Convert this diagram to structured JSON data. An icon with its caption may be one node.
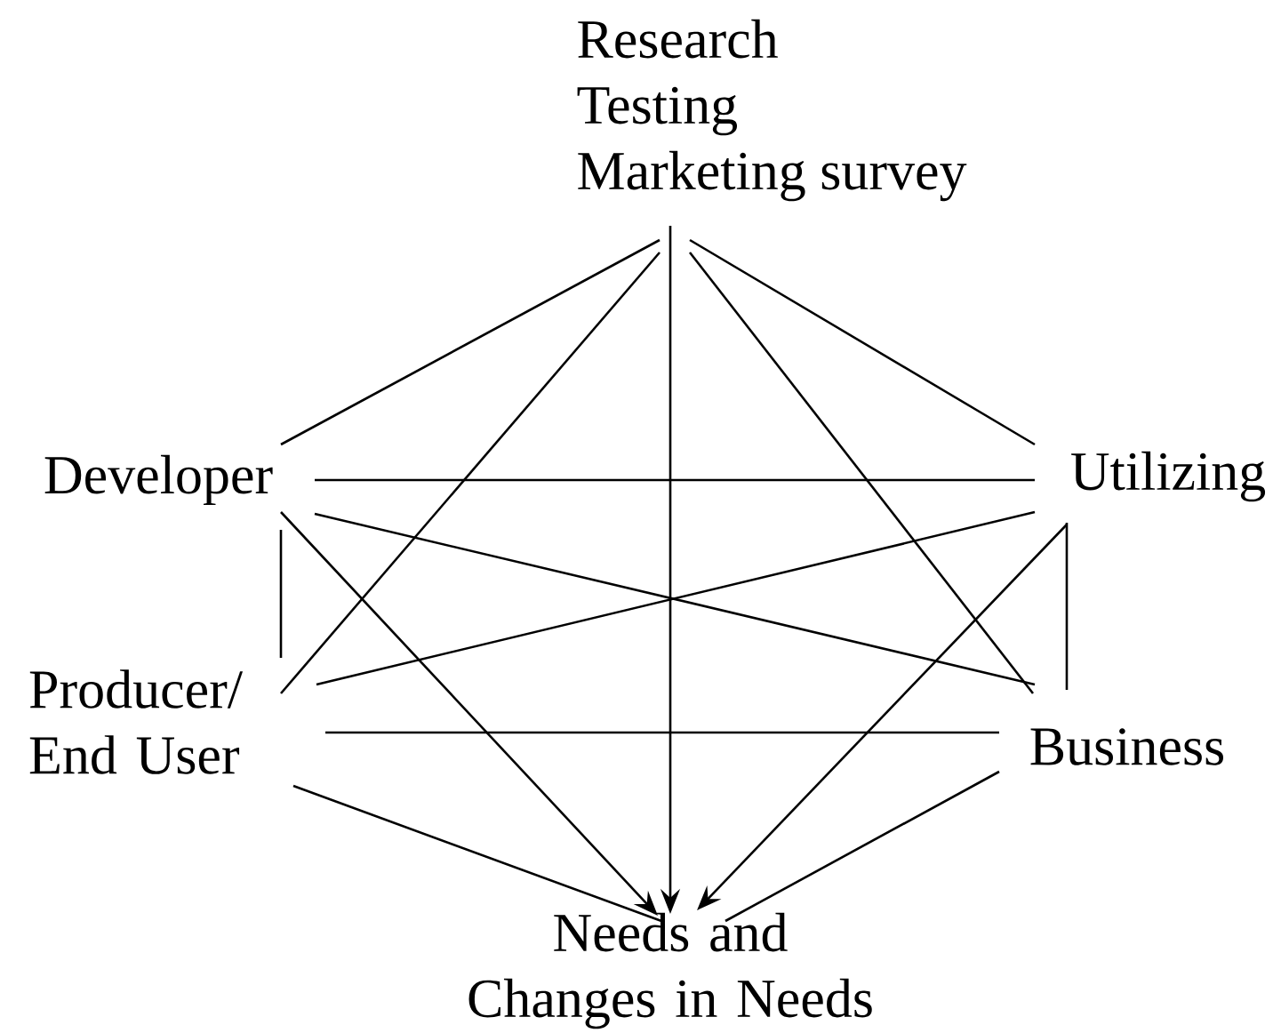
{
  "diagram": {
    "nodes": [
      {
        "text": [
          "Research",
          "Testing",
          "Marketing survey"
        ]
      },
      {
        "text": [
          "Developer"
        ]
      },
      {
        "text": [
          "Utilizing"
        ]
      },
      {
        "text": [
          "Producer/ End User"
        ]
      },
      {
        "text": [
          "Business"
        ]
      },
      {
        "text": [
          "Needs and Changes in Needs"
        ]
      }
    ],
    "edges": [
      {
        "from": 0,
        "to": 1,
        "arrow": "none"
      },
      {
        "from": 0,
        "to": 3,
        "arrow": "none"
      },
      {
        "from": 0,
        "to": 5,
        "arrow": "to"
      },
      {
        "from": 0,
        "to": 4,
        "arrow": "none"
      },
      {
        "from": 0,
        "to": 2,
        "arrow": "none"
      },
      {
        "from": 1,
        "to": 2,
        "arrow": "none"
      },
      {
        "from": 1,
        "to": 4,
        "arrow": "none"
      },
      {
        "from": 1,
        "to": 3,
        "arrow": "none"
      },
      {
        "from": 1,
        "to": 5,
        "arrow": "to"
      },
      {
        "from": 2,
        "to": 3,
        "arrow": "none"
      },
      {
        "from": 2,
        "to": 4,
        "arrow": "none"
      },
      {
        "from": 2,
        "to": 5,
        "arrow": "to"
      },
      {
        "from": 3,
        "to": 4,
        "arrow": "none"
      },
      {
        "from": 3,
        "to": 5,
        "arrow": "none"
      },
      {
        "from": 4,
        "to": 5,
        "arrow": "none"
      }
    ]
  }
}
